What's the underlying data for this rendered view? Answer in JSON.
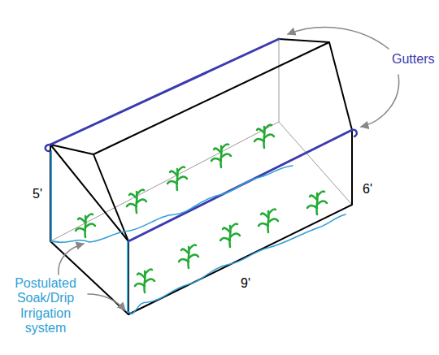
{
  "diagram": {
    "labels": [
      "Gutters",
      "5'",
      "6'",
      "9'",
      "Postulated Soak/Drip Irrigation system"
    ]
  }
}
